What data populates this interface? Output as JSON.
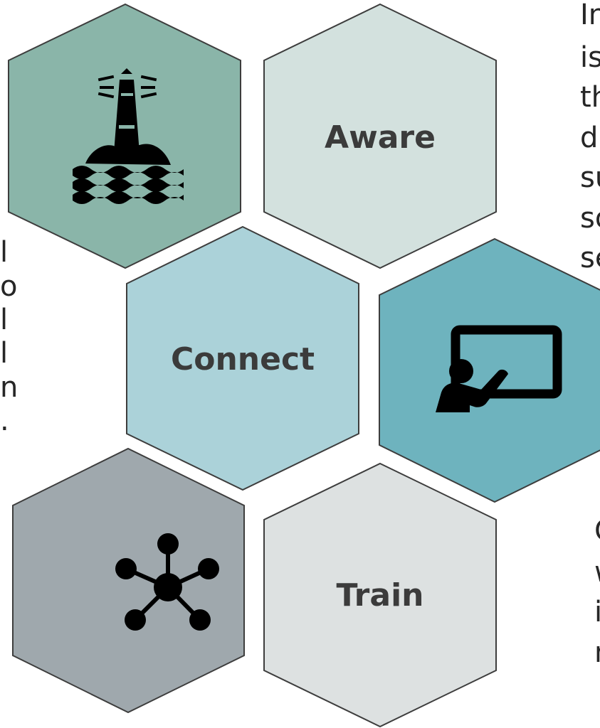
{
  "hexagons": [
    {
      "id": "lighthouse",
      "label": "",
      "icon": "lighthouse-icon",
      "fill": "#8ab5a9"
    },
    {
      "id": "aware",
      "label": "Aware",
      "icon": "",
      "fill": "#d3e1de"
    },
    {
      "id": "connect",
      "label": "Connect",
      "icon": "",
      "fill": "#abd2d9"
    },
    {
      "id": "teach",
      "label": "",
      "icon": "presentation-icon",
      "fill": "#6eb3be"
    },
    {
      "id": "network",
      "label": "",
      "icon": "network-icon",
      "fill": "#9fa8ad"
    },
    {
      "id": "train",
      "label": "Train",
      "icon": "",
      "fill": "#dde1e1"
    }
  ],
  "side_text": {
    "left": [
      "l",
      "o",
      "l",
      "l",
      "n",
      "."
    ],
    "right_top": [
      "In",
      "is",
      "th",
      "d",
      "su",
      "so",
      "se"
    ],
    "right_bottom": [
      "C",
      "w",
      "i",
      "n"
    ]
  },
  "colors": {
    "stroke": "#3d3d3d",
    "label": "#3b3b3b",
    "icon": "#000000"
  }
}
